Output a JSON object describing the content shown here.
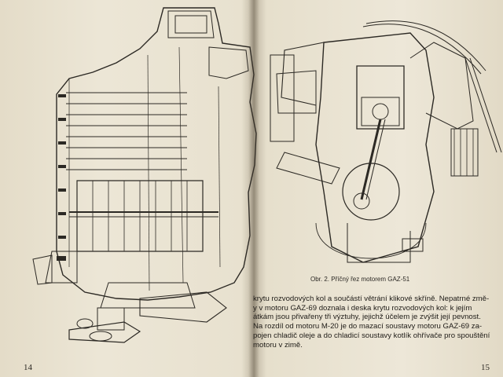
{
  "pages": {
    "left": {
      "page_number": "14",
      "figure": "longitudinal cross-section of engine (technical drawing)"
    },
    "right": {
      "page_number": "15",
      "figure_caption": "Obr. 2. Příčný řez motorem GAZ-51",
      "body_lines": [
        "krytu rozvodových kol a součástí větrání klikové skříně. Nepatrné změ-",
        "y v motoru GAZ-69 doznala i deska krytu rozvodových kol: k jejím",
        "átkám jsou přivařeny tři výztuhy, jejichž účelem je zvýšit její pevnost.",
        "Na rozdíl od motoru M-20 je do mazací soustavy motoru GAZ-69 za-",
        "pojen chladič oleje a do chladicí soustavy kotlík ohřívače pro spouštění",
        "motoru v zimě."
      ]
    }
  }
}
